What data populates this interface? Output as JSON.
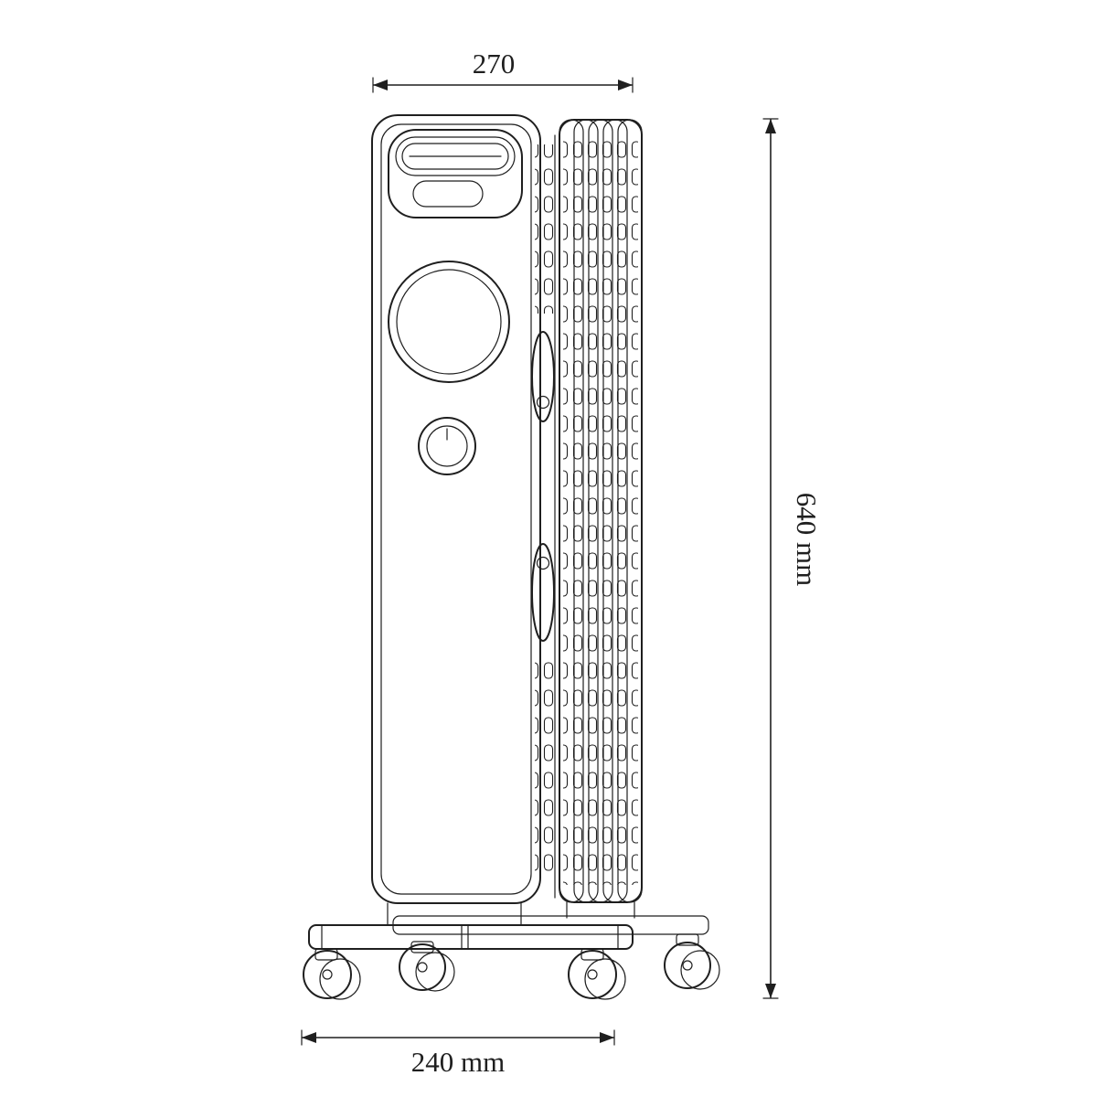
{
  "diagram": {
    "labels": {
      "top_width": "270",
      "height": "640 mm",
      "base_width": "240 mm"
    }
  }
}
